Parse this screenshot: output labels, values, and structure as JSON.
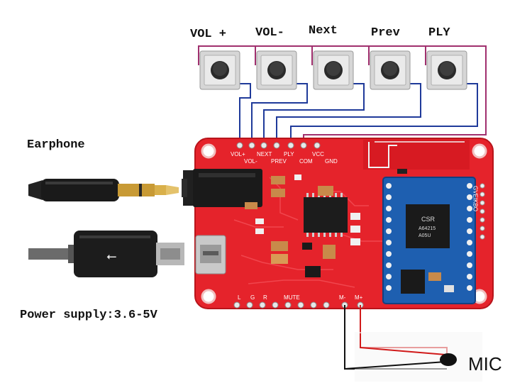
{
  "buttons": [
    {
      "id": "vol-plus",
      "label": "VOL +"
    },
    {
      "id": "vol-minus",
      "label": "VOL-"
    },
    {
      "id": "next",
      "label": "Next"
    },
    {
      "id": "prev",
      "label": "Prev"
    },
    {
      "id": "ply",
      "label": "PLY"
    }
  ],
  "labels": {
    "earphone": "Earphone",
    "power": "Power supply:3.6-5V",
    "mic": "MIC"
  },
  "silkscreen": {
    "top_row": [
      "VOL+",
      "NEXT",
      "PLY",
      "VCC"
    ],
    "bottom_row": [
      "VOL-",
      "PREV",
      "COM",
      "GND"
    ],
    "bottom_edge": [
      "L",
      "G",
      "R",
      "MUTE",
      "M-",
      "M+"
    ],
    "side_text": "GVEIKBO",
    "module_text": [
      "CSR",
      "A64215",
      "A05U"
    ]
  },
  "colors": {
    "board": "#e5232b",
    "board_dark": "#b8141b",
    "button_wire": "#a0306e",
    "signal_wire": "#1f3a9a",
    "module": "#1e5fb0",
    "mic_wire_red": "#d11a1a",
    "mic_wire_black": "#111111"
  }
}
